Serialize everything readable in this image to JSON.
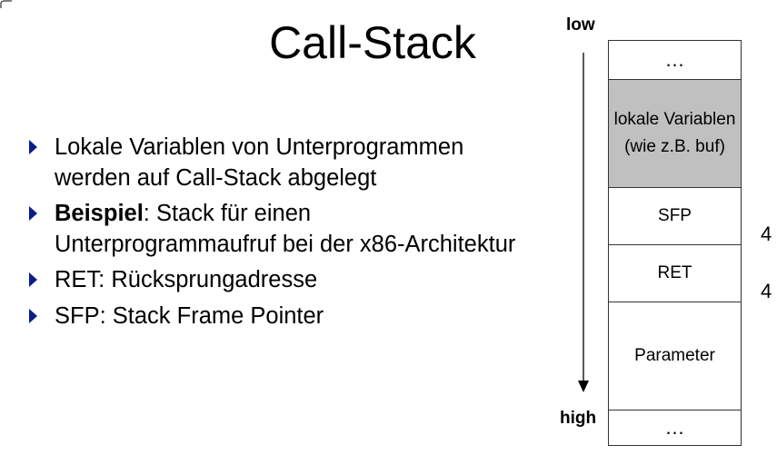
{
  "slide": {
    "title": "Call-Stack",
    "bullets": [
      {
        "bold": "",
        "text": "Lokale Variablen von Unterprogrammen werden auf Call-Stack abgelegt"
      },
      {
        "bold": "Beispiel",
        "text": ": Stack für einen Unterprogrammaufruf bei der x86-Architektur"
      },
      {
        "bold": "",
        "text": "RET: Rücksprungadresse"
      },
      {
        "bold": "",
        "text": "SFP: Stack Frame Pointer"
      }
    ]
  },
  "diagram": {
    "low_label": "low",
    "high_label": "high",
    "cells": [
      {
        "label": "…",
        "shaded": false
      },
      {
        "label": "lokale Variablen (wie z.B. buf)",
        "shaded": true
      },
      {
        "label": "SFP",
        "shaded": false
      },
      {
        "label": "RET",
        "shaded": false
      },
      {
        "label": "Parameter",
        "shaded": false
      },
      {
        "label": "…",
        "shaded": false
      }
    ],
    "sizes": [
      "4",
      "4"
    ]
  },
  "colors": {
    "bullet": "#0a1e8c",
    "shaded_cell": "#c0c0c0"
  }
}
